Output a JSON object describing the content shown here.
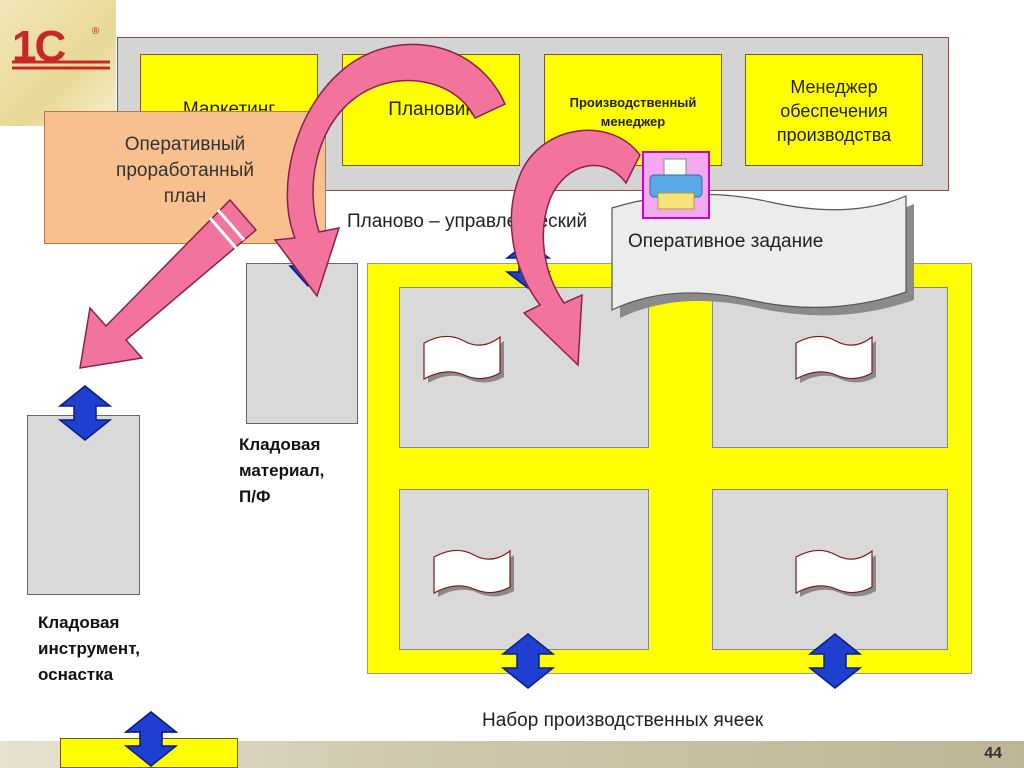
{
  "logo": {
    "text": "1С",
    "mark": "®"
  },
  "departments": [
    {
      "label": "Маркетинг"
    },
    {
      "label": "Плановик"
    },
    {
      "label_line1": "Производственный",
      "label_line2": "менеджер"
    },
    {
      "label_line1": "Менеджер",
      "label_line2": "обеспечения",
      "label_line3": "производства"
    }
  ],
  "plan_document": {
    "line1": "Оперативный",
    "line2": "проработанный",
    "line3": "план"
  },
  "management_caption": "Планово – управленческий",
  "task_document": {
    "label": "Оперативное задание"
  },
  "storage_materials": {
    "line1": "Кладовая",
    "line2": "материал,",
    "line3": "П/Ф"
  },
  "storage_tools": {
    "line1": "Кладовая",
    "line2": "инструмент,",
    "line3": "оснастка"
  },
  "cells_caption": "Набор производственных ячеек",
  "page_number": "44",
  "colors": {
    "yellow": "#ffff00",
    "pink_arrow": "#f2749c",
    "blue_arrow": "#1f3fd0",
    "panel_grey": "#d4d4d4"
  },
  "icons": {
    "printer": "printer-icon",
    "cell_document": "document-icon"
  }
}
